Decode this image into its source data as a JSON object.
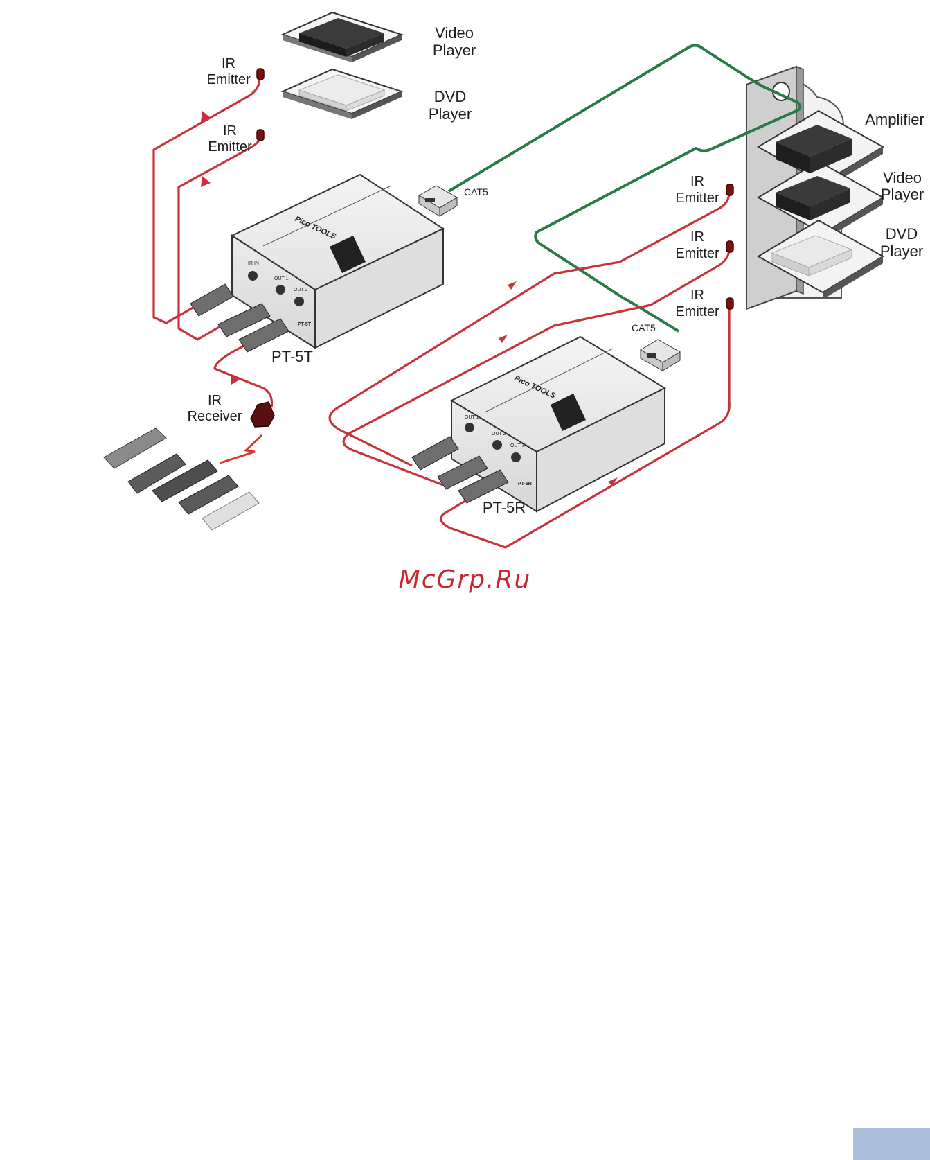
{
  "labels": {
    "video_player_top": [
      "Video",
      "Player"
    ],
    "dvd_player_top": [
      "DVD",
      "Player"
    ],
    "ir_emitter_1": [
      "IR",
      "Emitter"
    ],
    "ir_emitter_2": [
      "IR",
      "Emitter"
    ],
    "cat5_top": "CAT5",
    "cat5_bottom": "CAT5",
    "pt5t": "PT-5T",
    "pt5r": "PT-5R",
    "ir_receiver": [
      "IR",
      "Receiver"
    ],
    "amplifier": "Amplifier",
    "video_player_rack": [
      "Video",
      "Player"
    ],
    "dvd_player_rack": [
      "DVD",
      "Player"
    ],
    "ir_emitter_3": [
      "IR",
      "Emitter"
    ],
    "ir_emitter_4": [
      "IR",
      "Emitter"
    ],
    "ir_emitter_5": [
      "IR",
      "Emitter"
    ]
  },
  "devices": {
    "transmitter": {
      "brand": "Pico TOOLS",
      "model": "PT-5T",
      "ports": [
        "IR IN",
        "OUT 1",
        "OUT 2"
      ]
    },
    "receiver": {
      "brand": "Pico TOOLS",
      "model": "PT-5R",
      "ports": [
        "OUT 1",
        "OUT 2",
        "OUT 3"
      ]
    }
  },
  "watermark": "McGrp.Ru",
  "colors": {
    "ir_cable": "#c8333b",
    "cat5_cable": "#2a7a48",
    "watermark": "#c9262d",
    "page_tab": "#a9bfda"
  }
}
